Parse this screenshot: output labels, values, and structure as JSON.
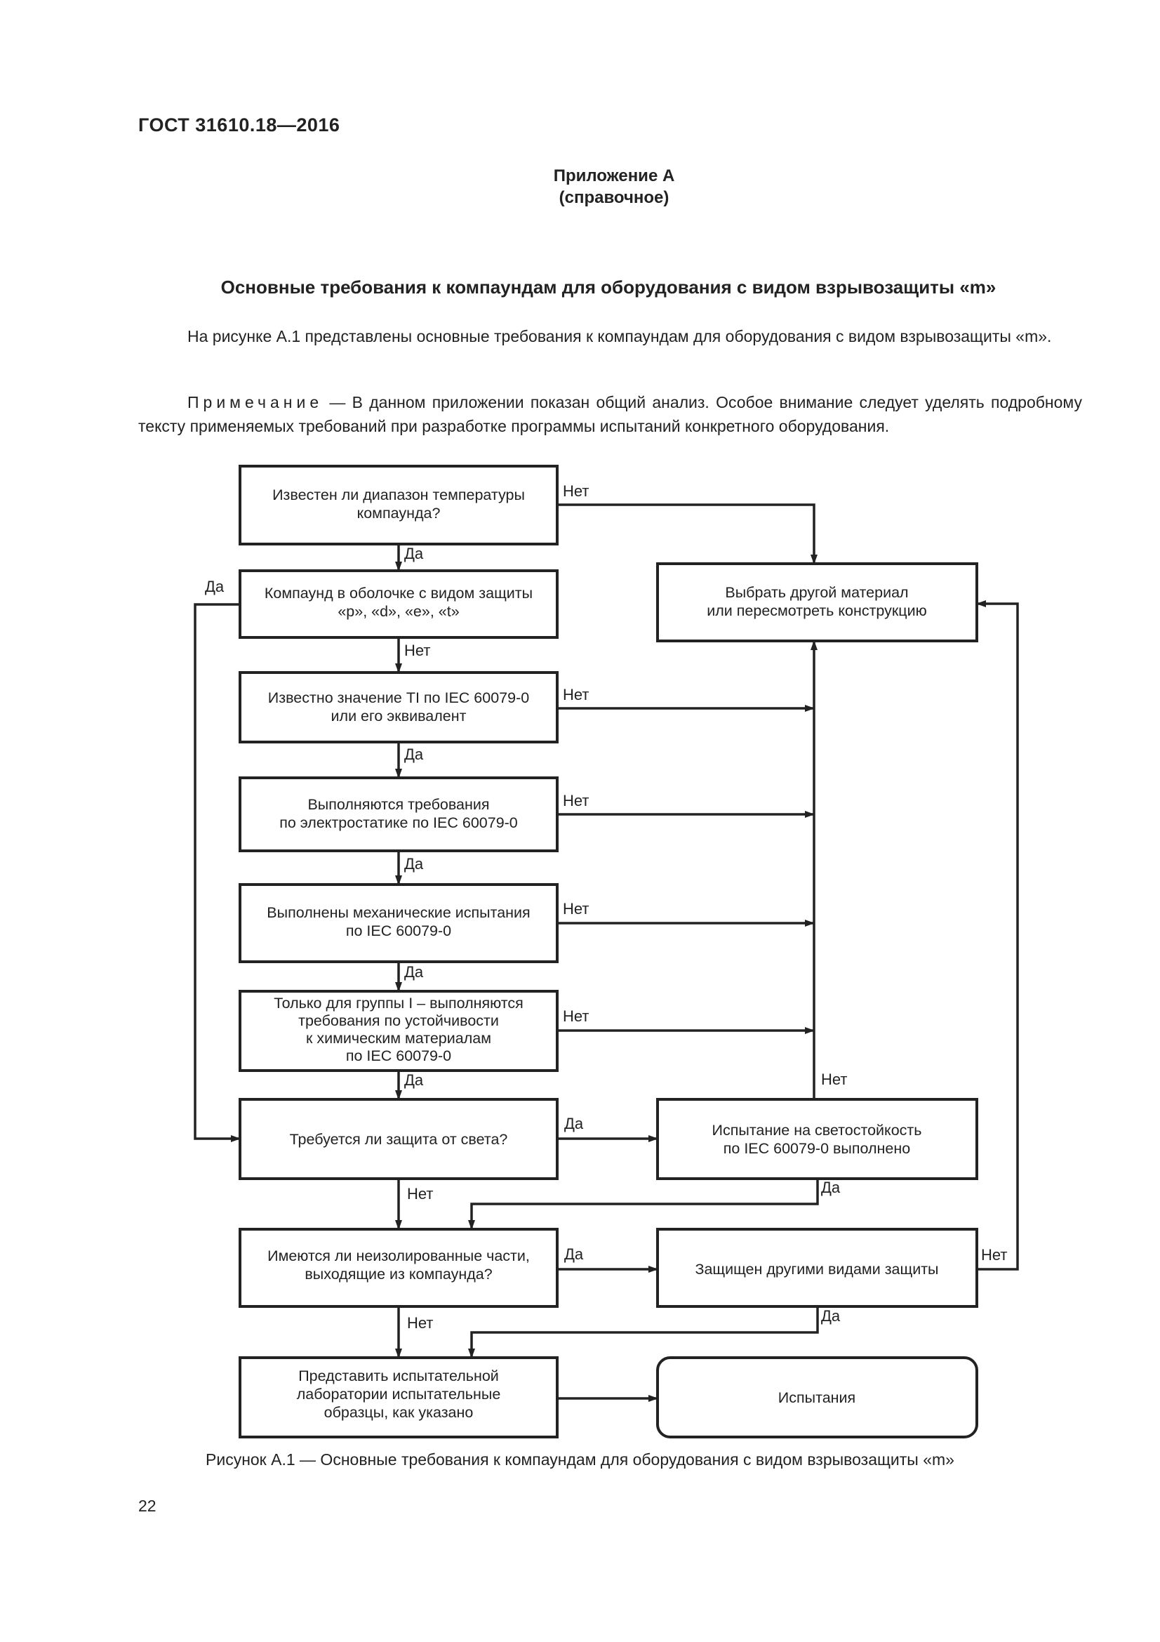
{
  "header": {
    "doc_id": "ГОСТ  31610.18—2016"
  },
  "annex": {
    "line1": "Приложение А",
    "line2": "(справочное)"
  },
  "title": "Основные требования к компаундам для оборудования с видом взрывозащиты «m»",
  "paragraph1": "На рисунке А.1 представлены основные требования к компаундам для оборудования с видом взрывозащиты «m».",
  "note": {
    "label": "Примечание",
    "text": " — В данном приложении показан общий анализ. Особое внимание следует уделять подробному тексту применяемых требований при разработке программы испытаний конкретного оборудования."
  },
  "flowchart": {
    "boxes": {
      "b1": [
        "Известен ли диапазон температуры",
        "компаунда?"
      ],
      "b2": [
        "Компаунд в оболочке с видом защиты",
        "«р», «d», «е», «t»"
      ],
      "b3": [
        "Известно значение TI по IEC 60079-0",
        "или его эквивалент"
      ],
      "b4": [
        "Выполняются требования",
        "по электростатике по IEC 60079-0"
      ],
      "b5": [
        "Выполнены механические испытания",
        "по IEC 60079-0"
      ],
      "b6": [
        "Только для группы I – выполняются",
        "требования по устойчивости",
        "к химическим материалам",
        "по IEC 60079-0"
      ],
      "b7": [
        "Требуется ли защита от света?"
      ],
      "b8": [
        "Имеются ли неизолированные части,",
        "выходящие из компаунда?"
      ],
      "b9": [
        "Представить испытательной",
        "лаборатории испытательные",
        "образцы, как указано"
      ],
      "r1": [
        "Выбрать другой материал",
        "или пересмотреть конструкцию"
      ],
      "r2": [
        "Испытание на светостойкость",
        "по IEC 60079-0 выполнено"
      ],
      "r3": [
        "Защищен другими видами защиты"
      ],
      "r4": [
        "Испытания"
      ]
    },
    "labels": {
      "yes": "Да",
      "no": "Нет"
    }
  },
  "caption": "Рисунок А.1 — Основные требования к компаундам для оборудования с видом взрывозащиты «m»",
  "page_number": "22"
}
